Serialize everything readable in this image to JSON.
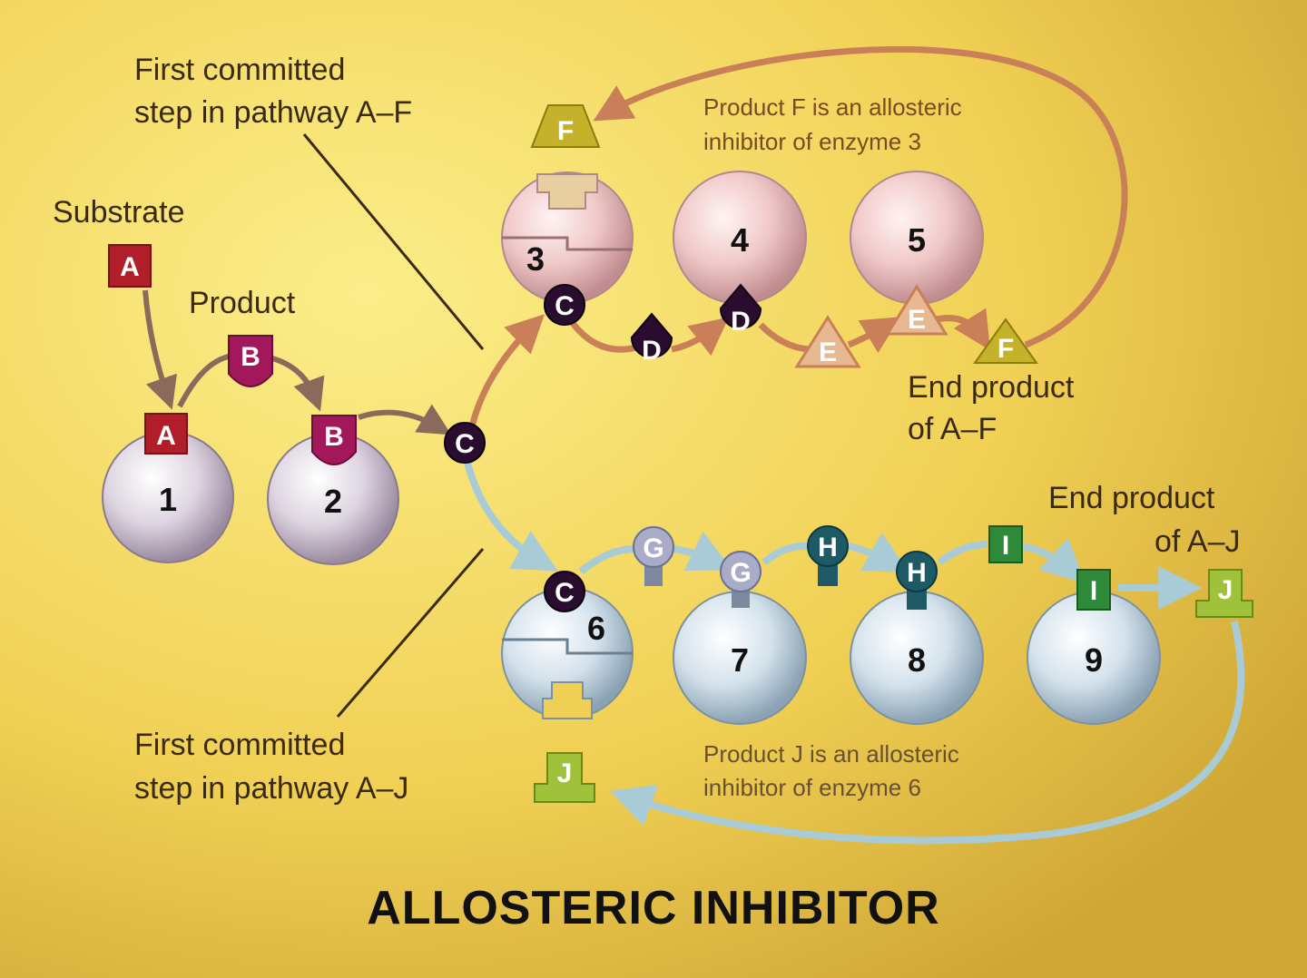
{
  "title": "ALLOSTERIC INHIBITOR",
  "labels": {
    "first_step_af_line1": "First committed",
    "first_step_af_line2": "step in pathway A–F",
    "first_step_aj_line1": "First committed",
    "first_step_aj_line2": "step in pathway A–J",
    "substrate": "Substrate",
    "product": "Product",
    "end_af_line1": "End product",
    "end_af_line2": "of A–F",
    "end_aj_line1": "End product",
    "end_aj_line2": "of A–J",
    "note_f_line1": "Product F is an allosteric",
    "note_f_line2": "inhibitor of enzyme 3",
    "note_j_line1": "Product J is an allosteric",
    "note_j_line2": "inhibitor of enzyme 6"
  },
  "enzymes": {
    "e1": "1",
    "e2": "2",
    "e3": "3",
    "e4": "4",
    "e5": "5",
    "e6": "6",
    "e7": "7",
    "e8": "8",
    "e9": "9"
  },
  "molecules": {
    "A": "A",
    "B": "B",
    "C": "C",
    "D": "D",
    "E": "E",
    "F": "F",
    "G": "G",
    "H": "H",
    "I": "I",
    "J": "J"
  },
  "colors": {
    "background_light": "#fbe97a",
    "background_dark": "#d9b53a",
    "warm_pathway": "#c98058",
    "cool_pathway": "#a9cbd6",
    "substrate_red": "#b01e2a",
    "product_magenta": "#a3185a",
    "intermediate_dark": "#2a0c2e",
    "product_f_olive": "#c3b22a",
    "product_h_teal": "#1d5a66",
    "product_i_green": "#2e8a38",
    "product_j_lime": "#9fc23a"
  }
}
